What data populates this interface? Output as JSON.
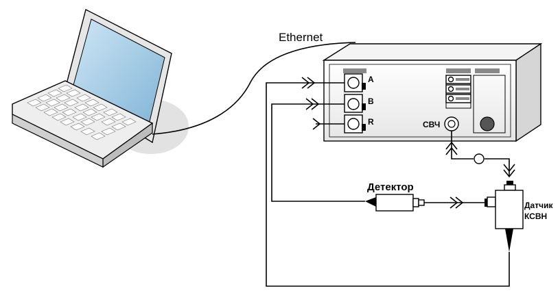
{
  "labels": {
    "ethernet": "Ethernet",
    "port_a": "A",
    "port_b": "B",
    "port_r": "R",
    "microwave_port": "СВЧ",
    "detector": "Детектор",
    "vswr_sensor_line1": "Датчик",
    "vswr_sensor_line2": "КСВН"
  }
}
